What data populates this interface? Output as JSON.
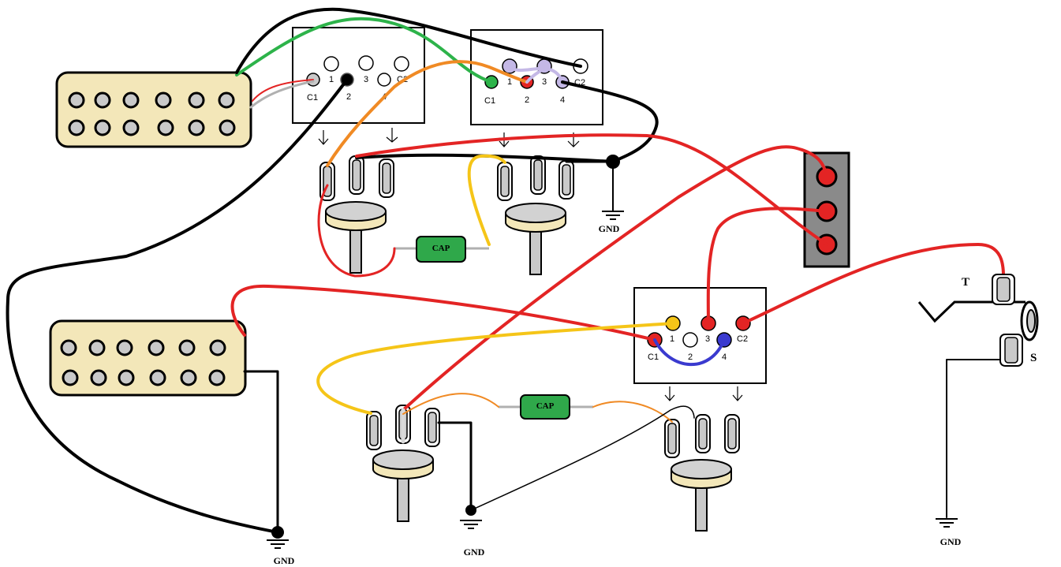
{
  "labels": {
    "gnd": "GND",
    "cap": "CAP",
    "tip": "T",
    "sleeve": "S",
    "sw_c1": "C1",
    "sw_1": "1",
    "sw_2": "2",
    "sw_3": "3",
    "sw_4": "4",
    "sw_c2": "C2"
  },
  "colors": {
    "pickup_fill": "#f3e7b9",
    "pole_fill": "#c9c9c9",
    "pot_top": "#d2d2d2",
    "pot_ring": "#f3e7b9",
    "cap_fill": "#2fa84a",
    "wire_red": "#e32424",
    "wire_black": "#000000",
    "wire_green": "#2db34a",
    "wire_orange": "#f08a24",
    "wire_yellow": "#f5c518",
    "wire_blue": "#3a3acf",
    "wire_lavender": "#c4b8e6",
    "wire_gray": "#b0b0b0"
  }
}
